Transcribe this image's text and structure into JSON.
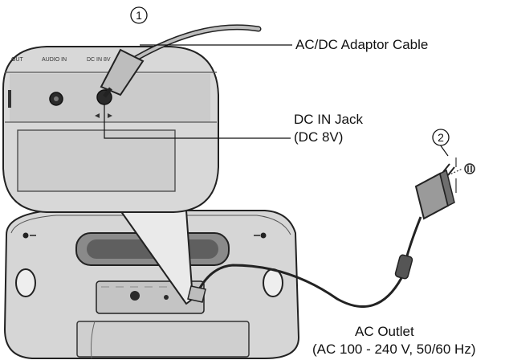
{
  "steps": {
    "one": "1",
    "two": "2"
  },
  "labels": {
    "adaptor_cable": "AC/DC Adaptor Cable",
    "dc_jack_line1": "DC IN Jack",
    "dc_jack_line2": "(DC 8V)",
    "outlet_line1": "AC Outlet",
    "outlet_line2": "(AC 100 - 240 V, 50/60 Hz)"
  },
  "panel_text": {
    "out": "OUT",
    "audio_in": "AUDIO IN",
    "dc_in": "DC IN 8V"
  },
  "colors": {
    "device": "#d9d9d9",
    "device_dark": "#bdbdbd",
    "outline": "#222222",
    "ink": "#111111"
  }
}
